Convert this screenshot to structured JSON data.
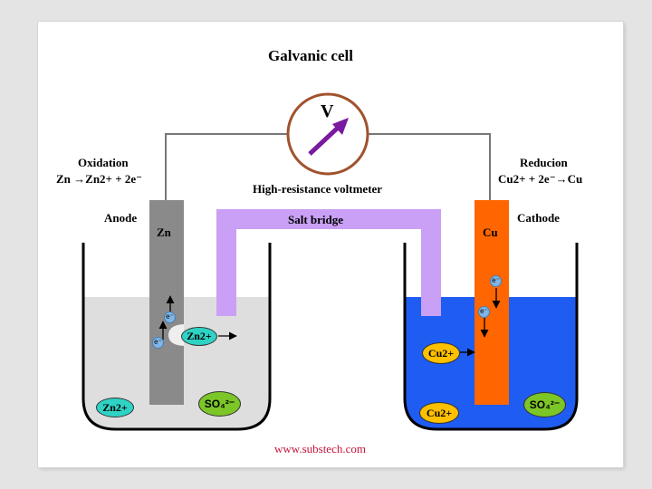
{
  "title": "Galvanic cell",
  "voltmeter": {
    "symbol": "V",
    "label": "High-resistance voltmeter"
  },
  "anode_side": {
    "process": "Oxidation",
    "equation": "Zn →Zn2+ + 2e⁻",
    "electrode_role": "Anode",
    "electrode_metal": "Zn",
    "ions": [
      "Zn2+",
      "Zn2+",
      "SO₄²⁻"
    ],
    "electron_symbol": "e⁻"
  },
  "cathode_side": {
    "process": "Reducion",
    "equation": "Cu2+ + 2e⁻→Cu",
    "electrode_role": "Cathode",
    "electrode_metal": "Cu",
    "ions": [
      "Cu2+",
      "Cu2+",
      "SO₄²⁻"
    ],
    "electron_symbol": "e⁻"
  },
  "salt_bridge": {
    "label": "Salt bridge"
  },
  "source": "www.substech.com",
  "colors": {
    "zinc_electrode": "#8a8a8a",
    "copper_electrode": "#ff6600",
    "salt_bridge": "#c9a0f5",
    "anode_solution": "#dedede",
    "cathode_solution": "#1f5cf2",
    "voltmeter_arrow": "#7a1aa0",
    "zn_ion": "#2fd3c5",
    "cu_ion": "#ffc000",
    "so4_ion": "#7cc628",
    "electron": "#7fb6e6",
    "source_text": "#c8143c"
  }
}
